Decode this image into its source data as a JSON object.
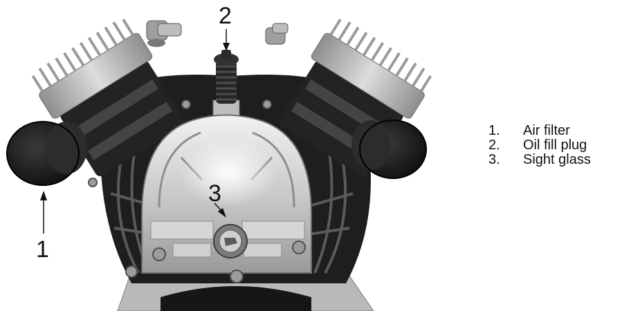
{
  "callouts": [
    {
      "id": "1",
      "label": "1"
    },
    {
      "id": "2",
      "label": "2"
    },
    {
      "id": "3",
      "label": "3"
    }
  ],
  "legend": [
    {
      "num": "1.",
      "text": "Air filter"
    },
    {
      "num": "2.",
      "text": "Oil fill plug"
    },
    {
      "num": "3.",
      "text": "Sight glass"
    }
  ],
  "colors": {
    "body_dark": "#1e1e1e",
    "aluminum": "#c9c9c9",
    "aluminum_light": "#e6e6e6",
    "fin": "#b0b0b0",
    "ink": "#111111"
  }
}
